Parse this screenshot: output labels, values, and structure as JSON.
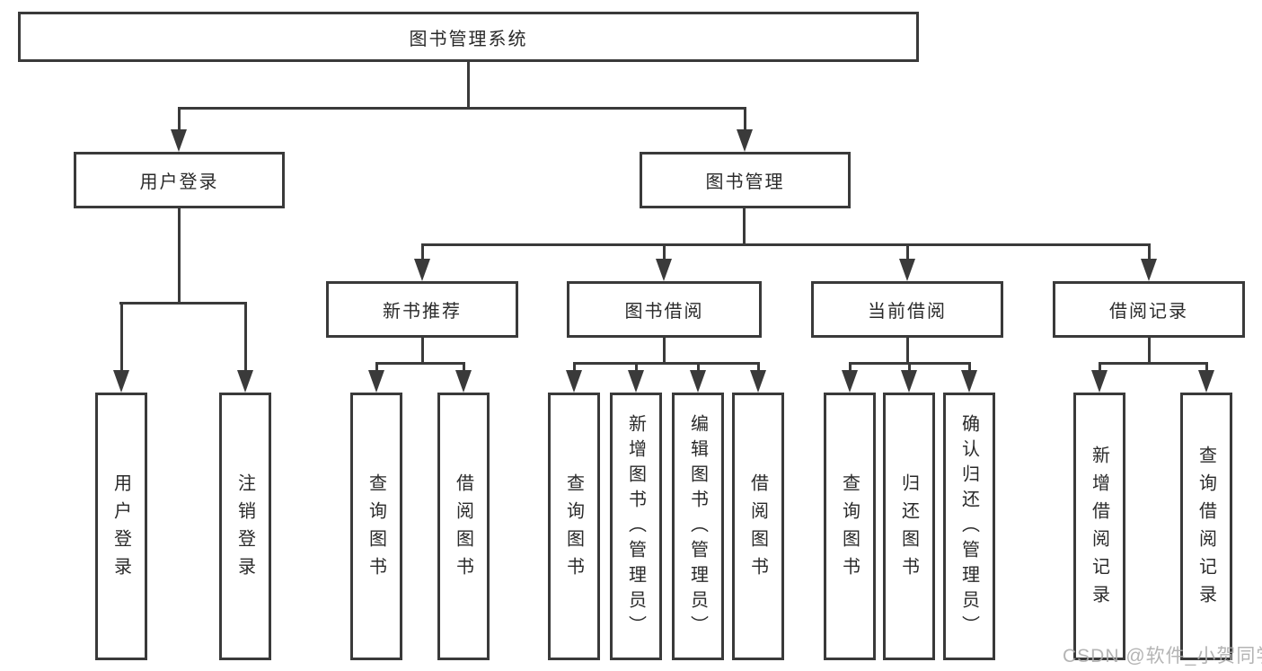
{
  "diagram_title": "图书管理系统",
  "nodes": {
    "root": "图书管理系统",
    "user_login": "用户登录",
    "book_management": "图书管理",
    "new_book_recommend": "新书推荐",
    "book_borrow": "图书借阅",
    "current_borrow": "当前借阅",
    "borrow_records": "借阅记录",
    "leaf_user_login": "用户登录",
    "leaf_logout": "注销登录",
    "nb_query_books": "查询图书",
    "nb_borrow_books": "借阅图书",
    "bb_query_books": "查询图书",
    "bb_add_books_admin": "新增图书（管理员）",
    "bb_edit_books_admin": "编辑图书（管理员）",
    "bb_borrow_books": "借阅图书",
    "cb_query_books": "查询图书",
    "cb_return_books": "归还图书",
    "cb_confirm_return_admin": "确认归还（管理员）",
    "br_add_record": "新增借阅记录",
    "br_query_record": "查询借阅记录"
  },
  "hierarchy": {
    "图书管理系统": [
      "用户登录",
      "图书管理"
    ],
    "用户登录": [
      "用户登录",
      "注销登录"
    ],
    "图书管理": [
      "新书推荐",
      "图书借阅",
      "当前借阅",
      "借阅记录"
    ],
    "新书推荐": [
      "查询图书",
      "借阅图书"
    ],
    "图书借阅": [
      "查询图书",
      "新增图书（管理员）",
      "编辑图书（管理员）",
      "借阅图书"
    ],
    "当前借阅": [
      "查询图书",
      "归还图书",
      "确认归还（管理员）"
    ],
    "借阅记录": [
      "新增借阅记录",
      "查询借阅记录"
    ]
  },
  "watermark": "CSDN @软件_小贺同学",
  "colors": {
    "line": "#3a3a3a",
    "background": "#ffffff",
    "text": "#2a2a2a",
    "watermark": "#acacac"
  }
}
